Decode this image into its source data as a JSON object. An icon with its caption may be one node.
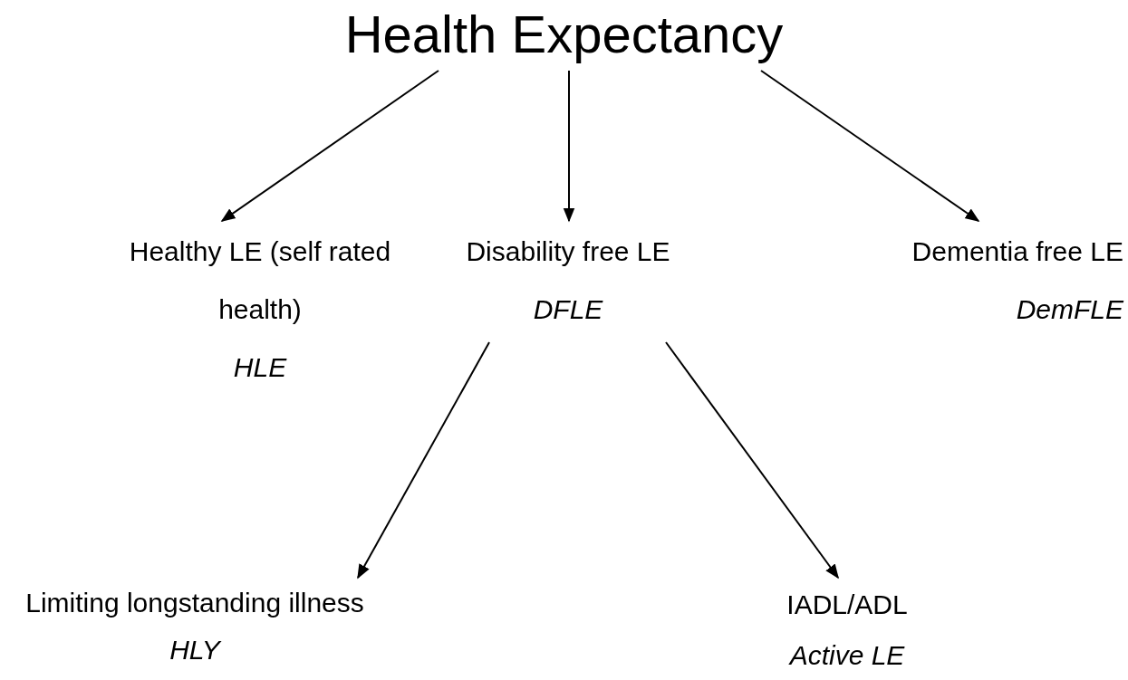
{
  "diagram": {
    "nodes": [
      {
        "text": [
          "Health Expectancy"
        ]
      },
      {
        "text": [
          "Healthy LE (self rated health)",
          "HLE"
        ]
      },
      {
        "text": [
          "Disability free LE",
          "DFLE"
        ]
      },
      {
        "text": [
          "Dementia free LE",
          "DemFLE"
        ]
      },
      {
        "text": [
          "Limiting longstanding illness",
          "HLY"
        ]
      },
      {
        "text": [
          "IADL/ADL",
          "Active LE"
        ]
      }
    ],
    "edges": [
      {
        "from": 0,
        "to": 1,
        "arrow": "to"
      },
      {
        "from": 0,
        "to": 2,
        "arrow": "to"
      },
      {
        "from": 0,
        "to": 3,
        "arrow": "to"
      },
      {
        "from": 2,
        "to": 4,
        "arrow": "to"
      },
      {
        "from": 2,
        "to": 5,
        "arrow": "to"
      }
    ]
  }
}
